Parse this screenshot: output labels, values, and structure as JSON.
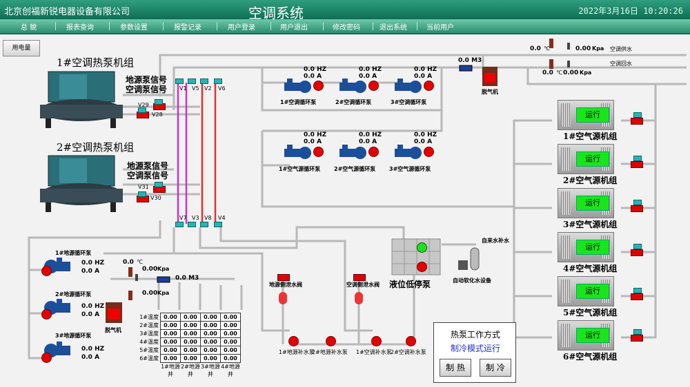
{
  "header": {
    "company": "北京创福新锐电器设备有限公司",
    "title": "空调系统",
    "datetime": "2022年3月16日 10:20:26"
  },
  "menu": [
    "总 貌",
    "报表查询",
    "参数设置",
    "报警记录",
    "用户登录",
    "用户退出",
    "修改密码",
    "退出系统",
    "当前用户"
  ],
  "meter_button": "用电量",
  "chillers": [
    {
      "name": "1#空调热泵机组",
      "signal1": "地源泵信号",
      "signal2": "空调泵信号",
      "valve_a": "V29",
      "valve_b": "V28"
    },
    {
      "name": "2#空调热泵机组",
      "signal1": "地源泵信号",
      "signal2": "空调泵信号",
      "valve_a": "V31",
      "valve_b": "V30"
    }
  ],
  "top_valves": [
    "V1",
    "V5",
    "V2",
    "V6"
  ],
  "bottom_valves": [
    "V7",
    "V3",
    "V8",
    "V4"
  ],
  "ac_pumps": [
    {
      "name": "1#空调循环泵",
      "freq": "0.0 HZ",
      "current": "0.0 A"
    },
    {
      "name": "2#空调循环泵",
      "freq": "0.0 HZ",
      "current": "0.0 A"
    },
    {
      "name": "3#空调循环泵",
      "freq": "0.0 HZ",
      "current": "0.0 A"
    }
  ],
  "air_pumps": [
    {
      "name": "1#空气源循环泵",
      "freq": "0.0 HZ",
      "current": "0.0 A"
    },
    {
      "name": "2#空气源循环泵",
      "freq": "0.0 HZ",
      "current": "0.0 A"
    },
    {
      "name": "3#空气源循环泵",
      "freq": "0.0 HZ",
      "current": "0.0 A"
    }
  ],
  "ground_pumps": [
    {
      "name": "1#地源循环泵",
      "freq": "0.0 HZ",
      "current": "0.0 A"
    },
    {
      "name": "2#地源循环泵",
      "freq": "0.0 HZ",
      "current": "0.0 A"
    },
    {
      "name": "3#地源循环泵",
      "freq": "0.0 HZ",
      "current": "0.0 A"
    }
  ],
  "flow_top": "0.0 M3",
  "flow_ground": "0.0 M3",
  "degas_label": "脱气机",
  "supply": {
    "temp": "0.0",
    "temp_unit": "℃",
    "pressure": "0.00",
    "pressure_unit": "Kpa",
    "label": "空调供水"
  },
  "return": {
    "temp": "0.0",
    "temp_unit": "℃",
    "pressure": "0.00",
    "pressure_unit": "Kpa",
    "label": "空调回水"
  },
  "ground_sensor": {
    "temp": "0.0",
    "temp_unit": "℃",
    "pressure1": "0.00",
    "pressure2": "0.00",
    "unit": "Kpa"
  },
  "air_units": [
    {
      "name": "1#空气源机组",
      "status": "运行"
    },
    {
      "name": "2#空气源机组",
      "status": "运行"
    },
    {
      "name": "3#空气源机组",
      "status": "运行"
    },
    {
      "name": "4#空气源机组",
      "status": "运行"
    },
    {
      "name": "5#空气源机组",
      "status": "运行"
    },
    {
      "name": "6#空气源机组",
      "status": "运行"
    }
  ],
  "tank": {
    "label": "液位低停泵",
    "water_in": "自来水补水",
    "softener": "自动软化水设备"
  },
  "valves_side": {
    "ground": "地源侧泄水阀",
    "ac": "空调侧泄水阀"
  },
  "makeup_pumps": [
    "1#地源补水泵",
    "2#地源补水泵",
    "1#空调补水泵",
    "2#空调补水泵"
  ],
  "well_table": {
    "rows": [
      "1#温度",
      "2#温度",
      "3#温度",
      "4#温度",
      "5#温度",
      "6#温度"
    ],
    "cols": [
      "1#地源井",
      "2#地源井",
      "3#地源井",
      "4#地源井"
    ],
    "value": "0.00"
  },
  "heat_panel": {
    "title": "热泵工作方式",
    "mode": "制冷模式运行",
    "btn_heat": "制 热",
    "btn_cool": "制 冷"
  },
  "colors": {
    "title_bar": "#1f8a6a",
    "run": "#19e619",
    "alarm": "#e40000",
    "pipe": "#b8b8b8"
  }
}
